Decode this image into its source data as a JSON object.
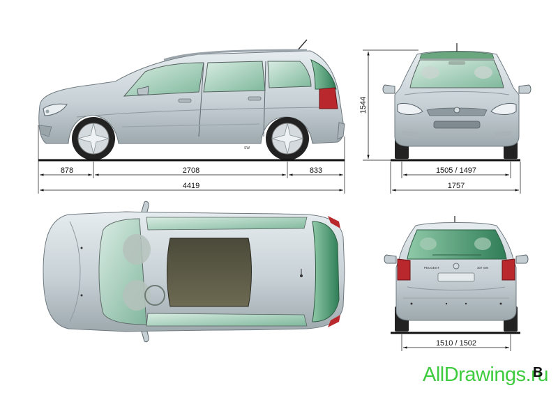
{
  "dimensions": {
    "front_overhang": "878",
    "wheelbase": "2708",
    "rear_overhang": "833",
    "overall_length": "4419",
    "height": "1544",
    "front_track": "1505 / 1497",
    "width": "1757",
    "rear_track": "1510 / 1502"
  },
  "views": {
    "side": {
      "badge": "SW"
    },
    "rear": {
      "brand": "PEUGEOT",
      "model": "307 SW"
    }
  },
  "watermark": {
    "text": "AllDrawings.ru",
    "mark": "B"
  },
  "colors": {
    "body": "#c9d3d8",
    "glass": "#5aa382",
    "light": "#b8282c",
    "tire": "#222222",
    "watermark": "#3ecc3e"
  }
}
